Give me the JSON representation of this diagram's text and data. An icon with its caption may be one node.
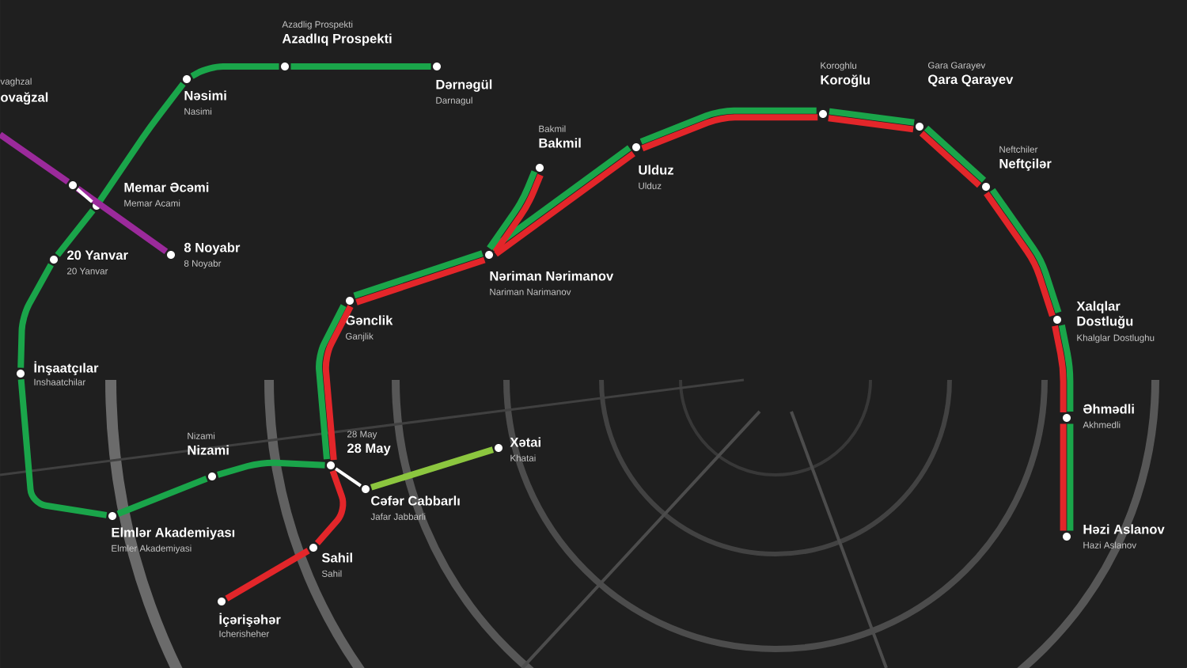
{
  "diagram": {
    "nodes": [
      {
        "text": [],
        "shape": "circle",
        "beside": [
          "Dərnəgül",
          "Darnagul"
        ]
      },
      {
        "text": [],
        "shape": "circle",
        "beside": [
          "Azadlig Prospekti",
          "Azadlıq Prospekti"
        ]
      },
      {
        "text": [],
        "shape": "circle",
        "beside": [
          "Nəsimi",
          "Nasimi"
        ]
      },
      {
        "text": [],
        "shape": "circle"
      },
      {
        "text": [],
        "shape": "circle",
        "beside": [
          "Memar Əcəmi",
          "Memar Acami"
        ]
      },
      {
        "text": [],
        "shape": "circle",
        "beside": [
          "8 Noyabr",
          "8 Noyabr"
        ]
      },
      {
        "text": [],
        "shape": "circle",
        "beside": [
          "20 Yanvar",
          "20 Yanvar"
        ]
      },
      {
        "text": [],
        "shape": "circle",
        "beside": [
          "İnşaatçılar",
          "Inshaatchilar"
        ]
      },
      {
        "text": [],
        "shape": "circle",
        "beside": [
          "Elmlər Akademiyası",
          "Elmler Akademiyasi"
        ]
      },
      {
        "text": [],
        "shape": "circle",
        "beside": [
          "Nizami",
          "Nizami"
        ]
      },
      {
        "text": [],
        "shape": "circle",
        "beside": [
          "28 May",
          "28 May"
        ]
      },
      {
        "text": [],
        "shape": "circle",
        "beside": [
          "Cəfər Cabbarlı",
          "Jafar Jabbarli"
        ]
      },
      {
        "text": [],
        "shape": "circle",
        "beside": [
          "Xətai",
          "Khatai"
        ]
      },
      {
        "text": [],
        "shape": "circle",
        "beside": [
          "İçərişəhər",
          "Icherisheher"
        ]
      },
      {
        "text": [],
        "shape": "circle",
        "beside": [
          "Sahil",
          "Sahil"
        ]
      },
      {
        "text": [],
        "shape": "circle",
        "beside": [
          "Gənclik",
          "Ganjlik"
        ]
      },
      {
        "text": [],
        "shape": "circle",
        "beside": [
          "Nəriman Nərimanov",
          "Nariman Narimanov"
        ]
      },
      {
        "text": [],
        "shape": "circle",
        "beside": [
          "Bakmil",
          "Bakmil"
        ]
      },
      {
        "text": [],
        "shape": "circle",
        "beside": [
          "Ulduz",
          "Ulduz"
        ]
      },
      {
        "text": [],
        "shape": "circle",
        "beside": [
          "Koroghlu",
          "Koroğlu"
        ]
      },
      {
        "text": [],
        "shape": "circle",
        "beside": [
          "Gara Garayev",
          "Qara Qarayev"
        ]
      },
      {
        "text": [],
        "shape": "circle",
        "beside": [
          "Neftchiler",
          "Neftçilər"
        ]
      },
      {
        "text": [],
        "shape": "circle",
        "beside": [
          "Xalqlar Dostluğu",
          "Khalglar Dostlughu"
        ]
      },
      {
        "text": [],
        "shape": "circle",
        "beside": [
          "Əhmədli",
          "Akhmedli"
        ]
      },
      {
        "text": [],
        "shape": "circle",
        "beside": [
          "Həzi Aslanov",
          "Hazi Aslanov"
        ]
      }
    ],
    "edges": [
      {
        "from": 0,
        "to": 1,
        "arrow": "none"
      },
      {
        "from": 1,
        "to": 2,
        "arrow": "none"
      },
      {
        "from": 2,
        "to": 4,
        "arrow": "none"
      },
      {
        "from": 4,
        "to": 6,
        "arrow": "none"
      },
      {
        "from": 6,
        "to": 7,
        "arrow": "none"
      },
      {
        "from": 7,
        "to": 8,
        "arrow": "none"
      },
      {
        "from": 8,
        "to": 9,
        "arrow": "none"
      },
      {
        "from": 9,
        "to": 10,
        "arrow": "none"
      },
      {
        "from": 10,
        "to": 15,
        "arrow": "none"
      },
      {
        "from": 15,
        "to": 16,
        "arrow": "none"
      },
      {
        "from": 16,
        "to": 17,
        "arrow": "none"
      },
      {
        "from": 16,
        "to": 18,
        "arrow": "none"
      },
      {
        "from": 18,
        "to": 19,
        "arrow": "none"
      },
      {
        "from": 19,
        "to": 20,
        "arrow": "none"
      },
      {
        "from": 20,
        "to": 21,
        "arrow": "none"
      },
      {
        "from": 21,
        "to": 22,
        "arrow": "none"
      },
      {
        "from": 22,
        "to": 23,
        "arrow": "none"
      },
      {
        "from": 23,
        "to": 24,
        "arrow": "none"
      },
      {
        "from": 13,
        "to": 14,
        "arrow": "none",
        "color": "#e3262a"
      },
      {
        "from": 14,
        "to": 10,
        "arrow": "none",
        "color": "#e3262a"
      },
      {
        "from": 10,
        "to": 15,
        "arrow": "none",
        "color": "#e3262a"
      },
      {
        "from": 15,
        "to": 16,
        "arrow": "none",
        "color": "#e3262a"
      },
      {
        "from": 16,
        "to": 17,
        "arrow": "none",
        "color": "#e3262a"
      },
      {
        "from": 16,
        "to": 18,
        "arrow": "none",
        "color": "#e3262a"
      },
      {
        "from": 18,
        "to": 19,
        "arrow": "none",
        "color": "#e3262a"
      },
      {
        "from": 19,
        "to": 20,
        "arrow": "none",
        "color": "#e3262a"
      },
      {
        "from": 20,
        "to": 21,
        "arrow": "none",
        "color": "#e3262a"
      },
      {
        "from": 21,
        "to": 22,
        "arrow": "none",
        "color": "#e3262a"
      },
      {
        "from": 22,
        "to": 23,
        "arrow": "none",
        "color": "#e3262a"
      },
      {
        "from": 23,
        "to": 24,
        "arrow": "none",
        "color": "#e3262a"
      },
      {
        "from": null,
        "to": 3,
        "arrow": "none",
        "color": "#9b2a9b"
      },
      {
        "from": 3,
        "to": 5,
        "arrow": "none",
        "color": "#9b2a9b"
      },
      {
        "from": 3,
        "to": 4,
        "arrow": "none",
        "color": "#ffffff"
      },
      {
        "from": 10,
        "to": 11,
        "arrow": "none",
        "color": "#ffffff"
      },
      {
        "from": 11,
        "to": 12,
        "arrow": "none",
        "color": "#8cc63f"
      }
    ],
    "labels": [
      "vaghzal",
      "ovağzal"
    ]
  }
}
